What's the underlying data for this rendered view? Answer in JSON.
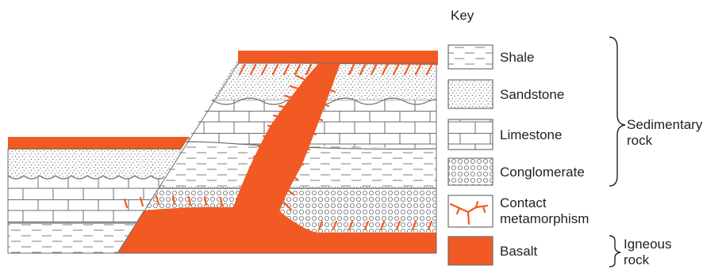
{
  "key": {
    "title": "Key",
    "items": [
      {
        "id": "shale",
        "label": "Shale"
      },
      {
        "id": "sandstone",
        "label": "Sandstone"
      },
      {
        "id": "limestone",
        "label": "Limestone"
      },
      {
        "id": "conglomerate",
        "label": "Conglomerate"
      },
      {
        "id": "contact",
        "label_line1": "Contact",
        "label_line2": "metamorphism"
      },
      {
        "id": "basalt",
        "label": "Basalt"
      }
    ],
    "groups": {
      "sedimentary": {
        "line1": "Sedimentary",
        "line2": "rock"
      },
      "igneous": {
        "line1": "Igneous",
        "line2": "rock"
      }
    }
  },
  "colors": {
    "basalt": "#f15a22",
    "line": "#6d6e71",
    "text": "#231f20",
    "background": "#ffffff"
  }
}
